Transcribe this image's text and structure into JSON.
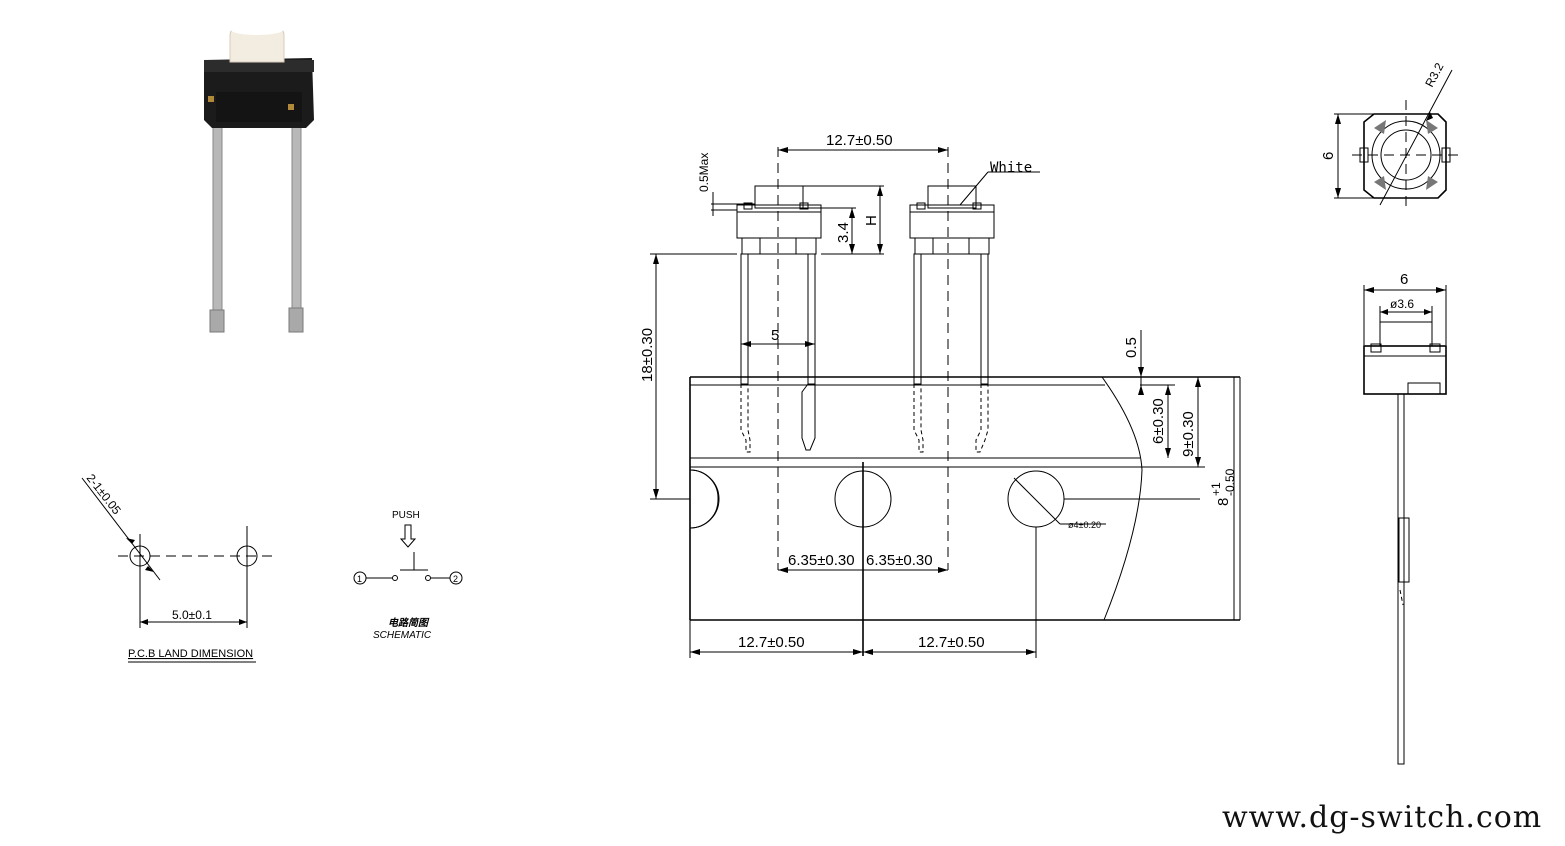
{
  "dimensions": {
    "pitch_top": "12.7±0.50",
    "max_offset": "0.5Max",
    "body_height": "3.4",
    "height_label": "H",
    "lead_span": "5",
    "lead_length": "18±0.30",
    "tape_offset_small": "0.5",
    "tape_6": "6±0.30",
    "tape_9": "9±0.30",
    "tape_8_base": "8",
    "tape_8_tol_plus": "+1",
    "tape_8_tol_minus": "-0.50",
    "sprocket_hole": "ø4±0.20",
    "half_pitch_left": "6.35±0.30",
    "half_pitch_right": "6.35±0.30",
    "pitch_bottom_left": "12.7±0.50",
    "pitch_bottom_right": "12.7±0.50",
    "top_view_size": "6",
    "top_view_radius": "R3.2",
    "side_width": "6",
    "side_button_dia": "ø3.6",
    "pcb_hole": "2-1±0.05",
    "pcb_spacing": "5.0±0.1"
  },
  "labels": {
    "actuator_color": "White",
    "pcb_title": "P.C.B LAND DIMENSION",
    "push": "PUSH",
    "schematic_cn": "电路简图",
    "schematic_en": "SCHEMATIC",
    "terminal_1": "1",
    "terminal_2": "2"
  },
  "footer": {
    "website": "www.dg-switch.com"
  }
}
